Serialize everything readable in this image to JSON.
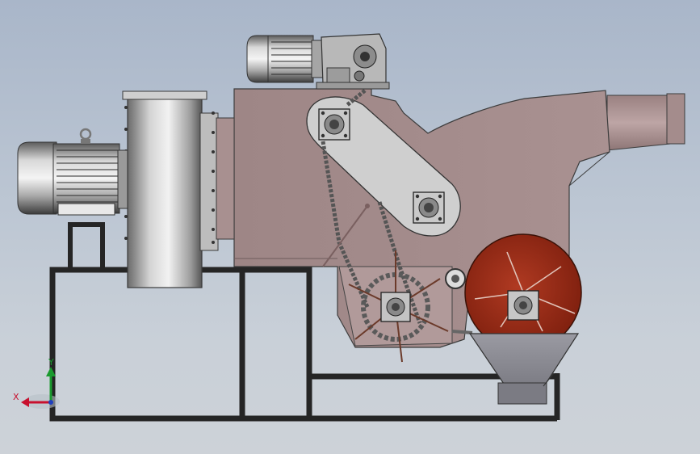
{
  "app": {
    "title": ""
  },
  "triad": {
    "x_label": "X",
    "y_label": "Y"
  },
  "colors": {
    "background_top": "#a9b6c9",
    "background_bottom": "#cdd2d8",
    "housing": "#a38b8b",
    "housing_dark": "#8d7474",
    "frame": "#2a2a2a",
    "chain_cover": "#c9c9c9",
    "drum": "#9a2a16",
    "hopper": "#8f8f96",
    "axis_x": "#c8102e",
    "axis_y": "#1a9a2e",
    "axis_z": "#1f3fbf"
  },
  "components": [
    "top-gear-motor",
    "left-fan-motor",
    "centrifugal-fan",
    "main-housing",
    "outlet-duct",
    "chain-drive-cover",
    "chain-sprocket-lower",
    "feed-drum",
    "discharge-hopper",
    "support-frame"
  ]
}
